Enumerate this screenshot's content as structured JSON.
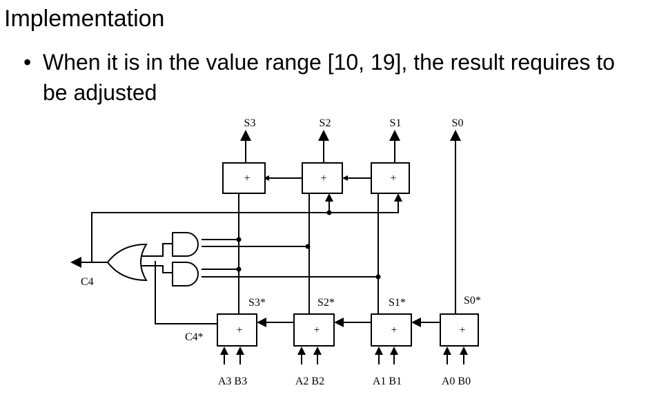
{
  "slide": {
    "title": "Implementation",
    "bullet": "When it is in the value range [10, 19], the result requires to be adjusted"
  },
  "diagram": {
    "top_adders": [
      "+",
      "+",
      "+"
    ],
    "bottom_adders": [
      "+",
      "+",
      "+",
      "+"
    ],
    "outputs": [
      "S3",
      "S2",
      "S1",
      "S0"
    ],
    "intermediate_sums": [
      "S3*",
      "S2*",
      "S1*",
      "S0*"
    ],
    "carry_in_label": "C4*",
    "carry_out_label": "C4",
    "inputs": [
      "A3 B3",
      "A2 B2",
      "A1 B1",
      "A0 B0"
    ]
  }
}
